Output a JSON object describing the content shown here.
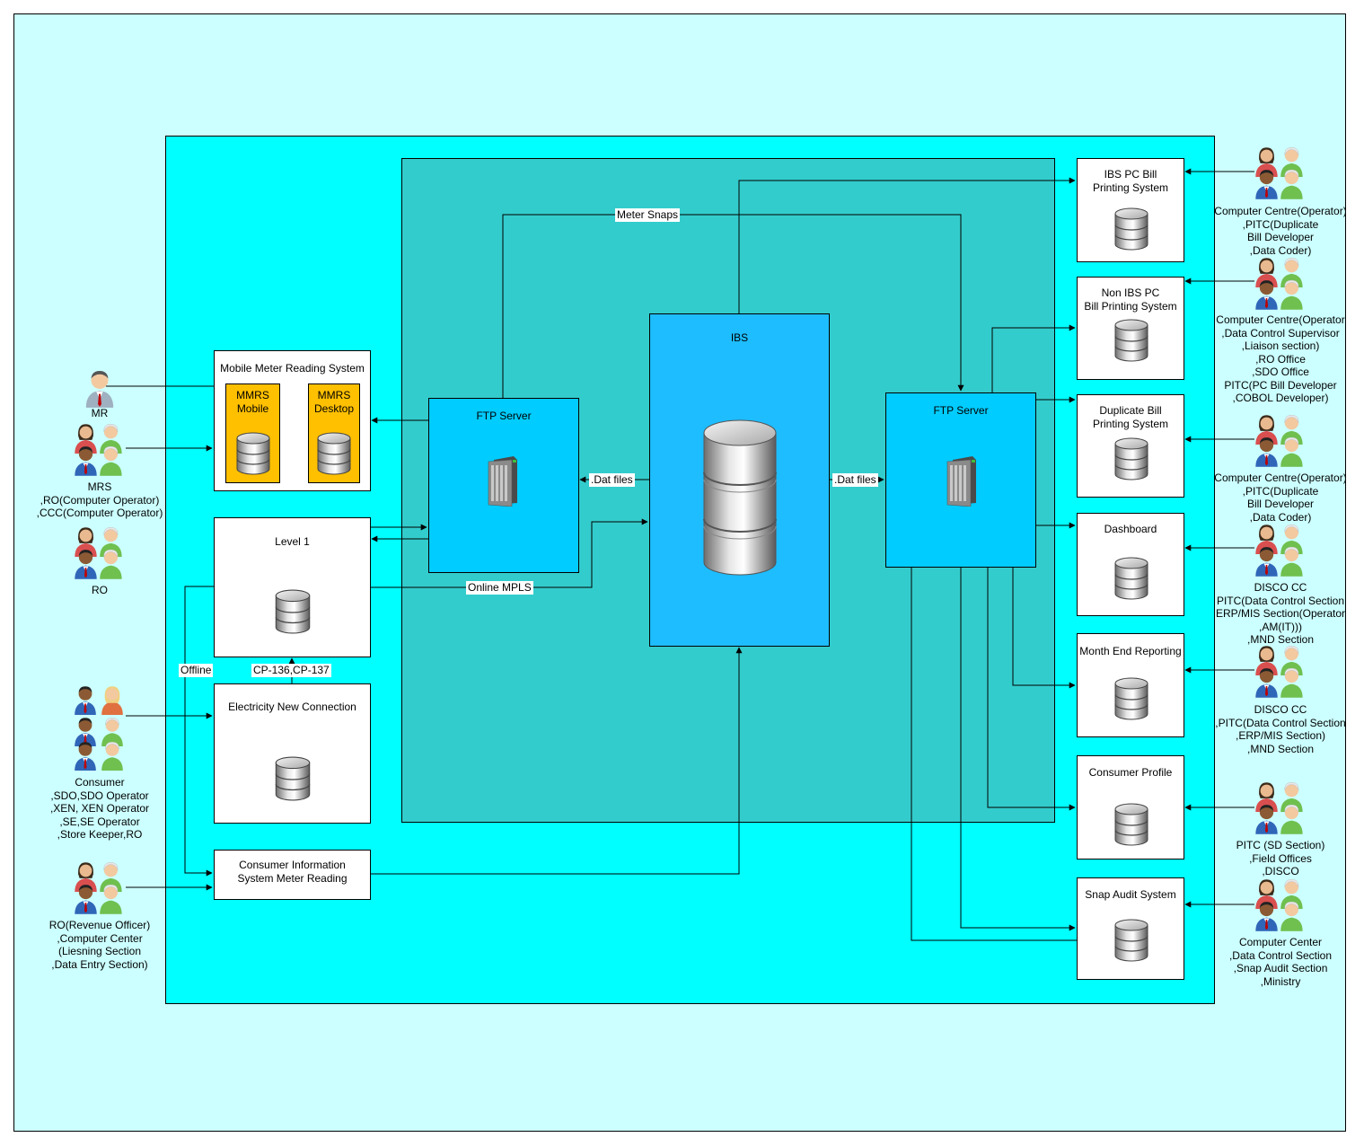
{
  "ibs": {
    "title": "IBS"
  },
  "ftp_left": {
    "title": "FTP Server"
  },
  "ftp_right": {
    "title": "FTP Server"
  },
  "mmrs": {
    "title": "Mobile Meter Reading System",
    "mobile": "MMRS\nMobile",
    "desktop": "MMRS\nDesktop"
  },
  "level1": {
    "title": "Level 1"
  },
  "enc": {
    "title": "Electricity New Connection"
  },
  "cis": {
    "title": "Consumer Information\nSystem Meter Reading"
  },
  "right_systems": [
    {
      "title": "IBS PC Bill\nPrinting System"
    },
    {
      "title": "Non IBS PC\nBill Printing System"
    },
    {
      "title": "Duplicate Bill\nPrinting System"
    },
    {
      "title": "Dashboard"
    },
    {
      "title": "Month End Reporting"
    },
    {
      "title": "Consumer Profile"
    },
    {
      "title": "Snap Audit System"
    }
  ],
  "edge_labels": {
    "meter_snaps": "Meter Snaps",
    "dat_left": ".Dat files",
    "dat_right": ".Dat files",
    "online_mpls": "Online MPLS",
    "offline": "Offline",
    "cp": "CP-136,CP-137"
  },
  "left_actors": [
    {
      "label": "MR"
    },
    {
      "label": "MRS\n,RO(Computer Operator)\n,CCC(Computer Operator)"
    },
    {
      "label": "RO"
    },
    {
      "label": "Consumer\n,SDO,SDO Operator\n,XEN, XEN Operator\n,SE,SE Operator\n,Store Keeper,RO"
    },
    {
      "label": "RO(Revenue Officer)\n,Computer Center\n(Liesning Section\n,Data Entry Section)"
    }
  ],
  "right_actors": [
    {
      "label": "Computer Centre(Operator)\n,PITC(Duplicate\nBill Developer\n,Data Coder)"
    },
    {
      "label": "Computer Centre(Operator\n,Data Control Supervisor\n,Liaison section)\n,RO Office\n,SDO Office\nPITC(PC Bill Developer\n,COBOL Developer)"
    },
    {
      "label": "Computer Centre(Operator)\n,PITC(Duplicate\nBill Developer\n,Data Coder)"
    },
    {
      "label": "DISCO CC\nPITC(Data Control Section\nERP/MIS Section(Operator\n,AM(IT)))\n,MND Section"
    },
    {
      "label": "DISCO CC\n,PITC(Data Control Section\n,ERP/MIS Section)\n,MND Section"
    },
    {
      "label": "PITC (SD Section)\n,Field Offices\n,DISCO"
    },
    {
      "label": "Computer Center\n,Data Control Section\n,Snap Audit Section\n,Ministry"
    }
  ],
  "colors": {
    "outer": "#ccffff",
    "inner": "#00ffff",
    "core": "#33cccc",
    "server": "#1ebdff",
    "mmrs_sub": "#ffc000"
  }
}
